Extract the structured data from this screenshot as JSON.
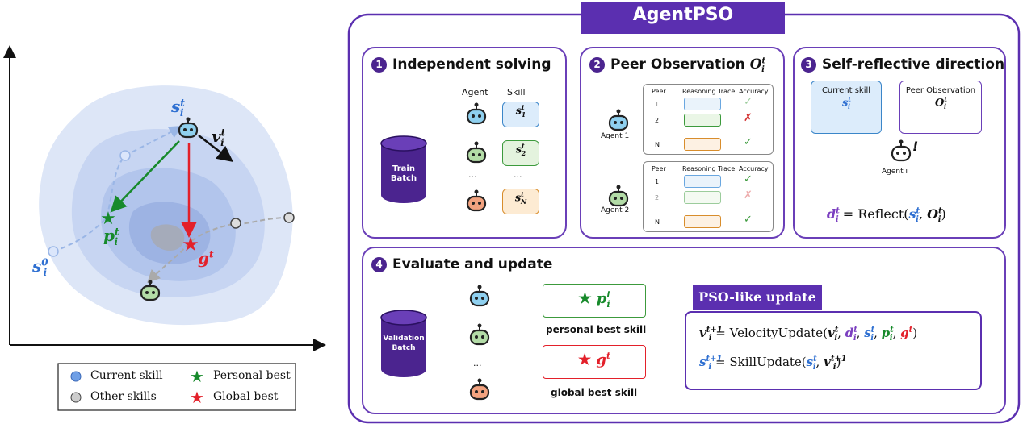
{
  "landscape": {
    "labels": {
      "s_start": "s",
      "s_start_sup": "0",
      "s_start_sub": "i",
      "s_cur": "s",
      "s_cur_sup": "t",
      "s_cur_sub": "i",
      "v": "v",
      "v_sup": "t",
      "v_sub": "i",
      "p": "p",
      "p_sup": "t",
      "p_sub": "i",
      "g": "g",
      "g_sup": "t"
    },
    "legend": [
      {
        "label": "Current skill"
      },
      {
        "label": "Personal best"
      },
      {
        "label": "Other skills"
      },
      {
        "label": "Global best"
      }
    ]
  },
  "agentpso": {
    "title": "AgentPSO",
    "panel1": {
      "num": "1",
      "title": "Independent solving",
      "col_agent": "Agent",
      "col_skill": "Skill",
      "db_label": "Train Batch",
      "skills": [
        {
          "s": "s",
          "sup": "t",
          "sub": "1"
        },
        {
          "s": "s",
          "sup": "t",
          "sub": "2"
        },
        {
          "s": "s",
          "sup": "t",
          "sub": "N"
        }
      ],
      "ellipsis": "..."
    },
    "panel2": {
      "num": "2",
      "title": "Peer Observation",
      "title_sym": "O",
      "title_sup": "t",
      "title_sub": "i",
      "tables": [
        {
          "agent": "Agent 1",
          "rows": [
            {
              "peer": "1",
              "acc": "correct"
            },
            {
              "peer": "2",
              "acc": "wrong"
            },
            {
              "peer": "N",
              "acc": "correct"
            }
          ]
        },
        {
          "agent": "Agent 2",
          "rows": [
            {
              "peer": "1",
              "acc": "correct"
            },
            {
              "peer": "2",
              "acc": "wrong"
            },
            {
              "peer": "N",
              "acc": "correct"
            }
          ]
        }
      ],
      "headers": [
        "Peer",
        "Reasoning Trace",
        "Accuracy"
      ],
      "ellipsis": "..."
    },
    "panel3": {
      "num": "3",
      "title": "Self-reflective direction",
      "current_skill": "Current skill",
      "peer_obs": "Peer Observation",
      "agent_label": "Agent i",
      "formula": "= Reflect(",
      "formula_close": ")"
    },
    "panel4": {
      "num": "4",
      "title": "Evaluate and update",
      "db_label": "Validation Batch",
      "personal_caption": "personal best skill",
      "global_caption": "global best skill",
      "update_title": "PSO-like update",
      "velocity_fn": "VelocityUpdate(",
      "skill_fn": "SkillUpdate(",
      "ellipsis": "..."
    }
  },
  "colors": {
    "purple": "#5b2fb0",
    "blue": "#2e6fd1",
    "green": "#178a2b",
    "red": "#e3202a",
    "dir": "#7b3fc0"
  }
}
